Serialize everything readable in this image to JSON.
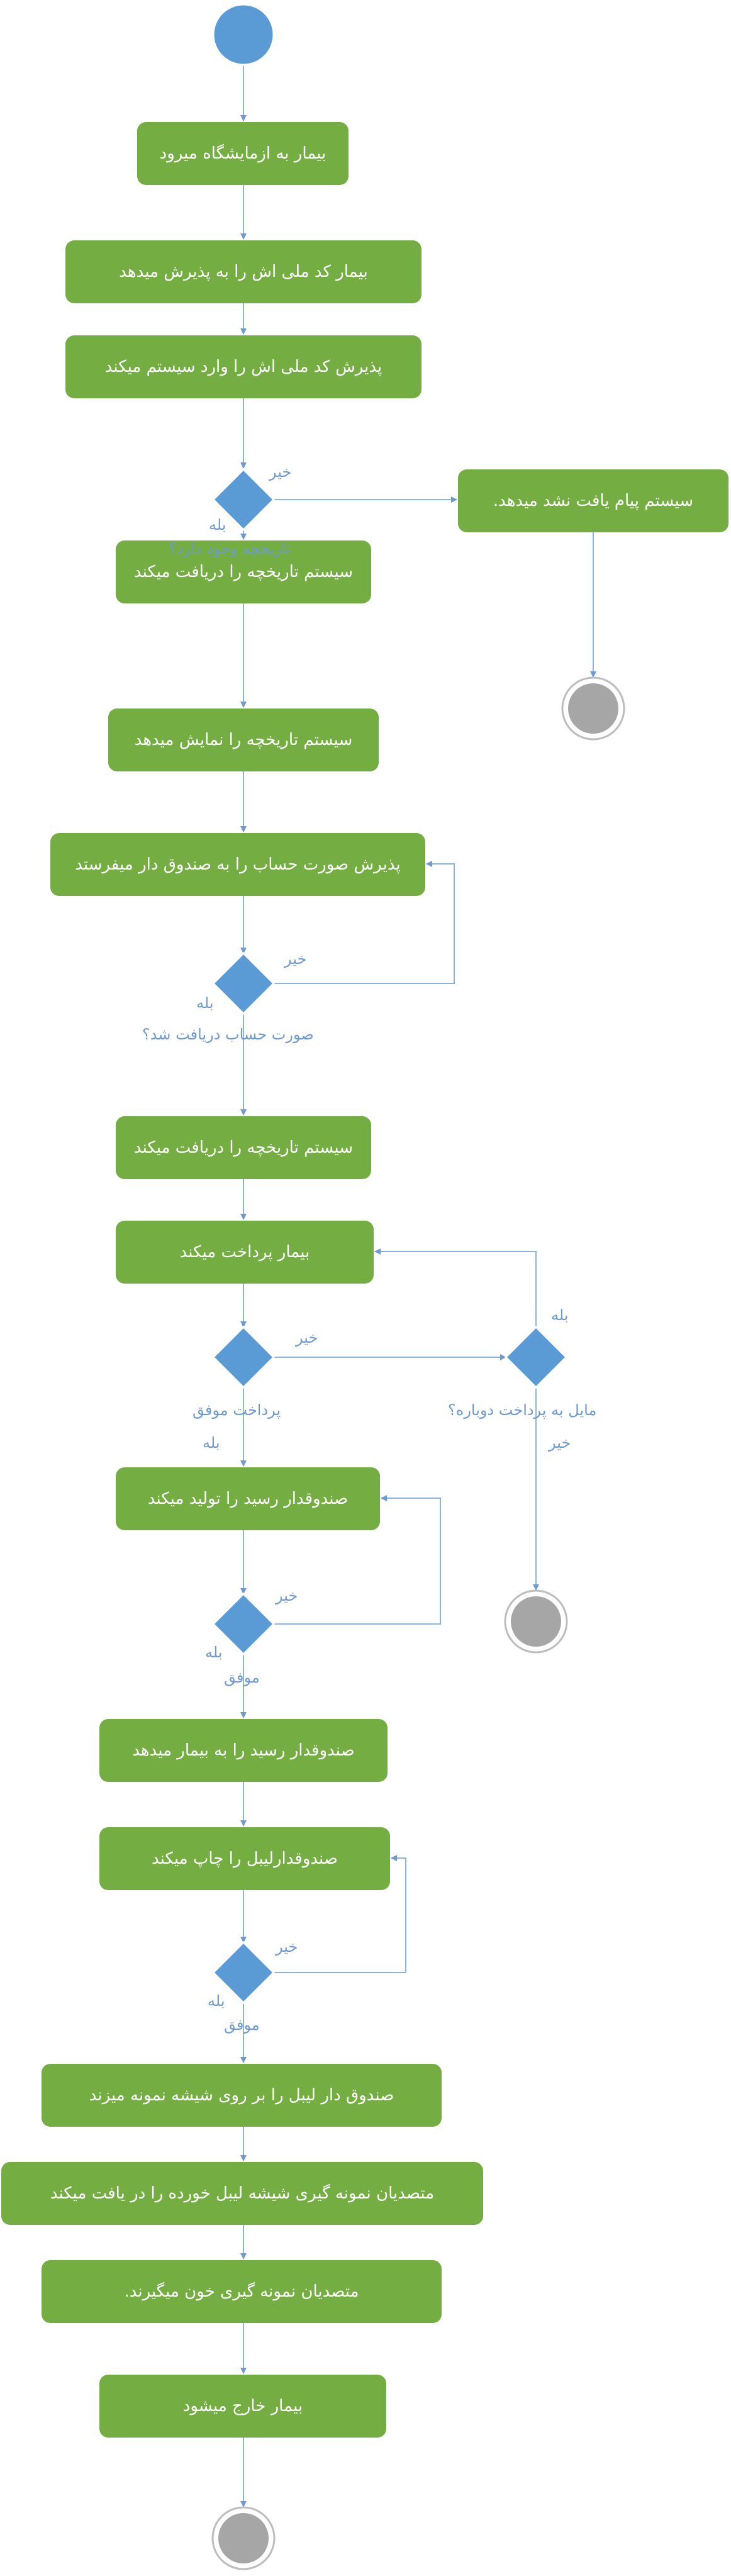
{
  "nodes": {
    "n1": "بیمار به ازمایشگاه میرود",
    "n2": "بیمار کد ملی اش را به پذیرش میدهد",
    "n3": "پذیرش کد ملی اش را وارد سیستم میکند",
    "n4": "سیستم پیام یافت نشد میدهد.",
    "n5": "سیستم تاریخچه را دریافت میکند",
    "n6": "سیستم تاریخچه را نمایش میدهد",
    "n7": "پذیرش صورت حساب را به صندوق دار میفرستد",
    "n8": "سیستم تاریخچه را دریافت میکند",
    "n9": "بیمار پرداخت میکند",
    "n10": "صندوقدار رسید را تولید میکند",
    "n11": "صندوقدار رسید را به بیمار میدهد",
    "n12": "صندوقدارلیبل را چاپ میکند",
    "n13": "صندوق دار لیبل را بر روی شیشه نمونه میزند",
    "n14": "متصدیان نمونه گیری شیشه لیبل خورده را در یافت میکند",
    "n15": "متصدیان نمونه گیری خون میگیرند.",
    "n16": "بیمار خارج میشود"
  },
  "labels": {
    "d1_no": "خیر",
    "d1_yes": "بله",
    "d1_cond": "تاریخچه وجود دارد؟",
    "d2_no": "خیر",
    "d2_yes": "بله",
    "d2_cond": "صورت حساب دریافت شد؟",
    "d3_no": "خیر",
    "d3_cond": "پرداخت موفق",
    "d3_yes": "بله",
    "d4_yes": "بله",
    "d4_cond": "مایل به پرداخت دوباره؟",
    "d4_no": "خیر",
    "d5_no": "خیر",
    "d5_yes": "بله",
    "d5_cond": "موفق",
    "d6_no": "خیر",
    "d6_yes": "بله",
    "d6_cond": "موفق"
  },
  "colors": {
    "action": "#74ad42",
    "decision": "#5b9bd5",
    "start": "#5b9bd5",
    "end_fill": "#a6a6a6",
    "connector": "#6f9ad0",
    "label": "#6f9ad0"
  }
}
